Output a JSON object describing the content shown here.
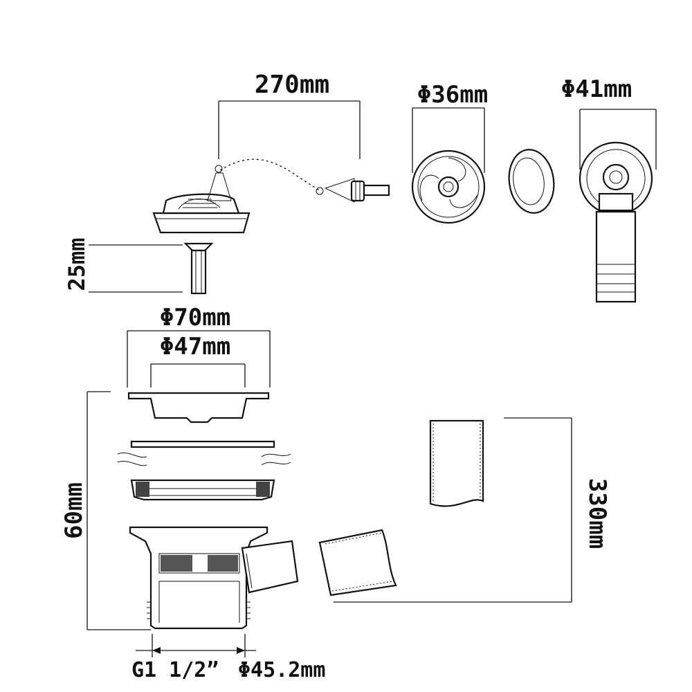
{
  "dimensions": {
    "chain_length": "270mm",
    "cap_diameter": "Φ36mm",
    "overflow_diameter": "Φ41mm",
    "screw_length": "25mm",
    "flange_outer_diameter": "Φ70mm",
    "flange_inner_diameter": "Φ47mm",
    "body_height": "60mm",
    "hose_length": "330mm",
    "thread_size": "G1 1/2”",
    "thread_diameter": "Φ45.2mm"
  },
  "colors": {
    "line": "#111111",
    "background": "#ffffff"
  }
}
